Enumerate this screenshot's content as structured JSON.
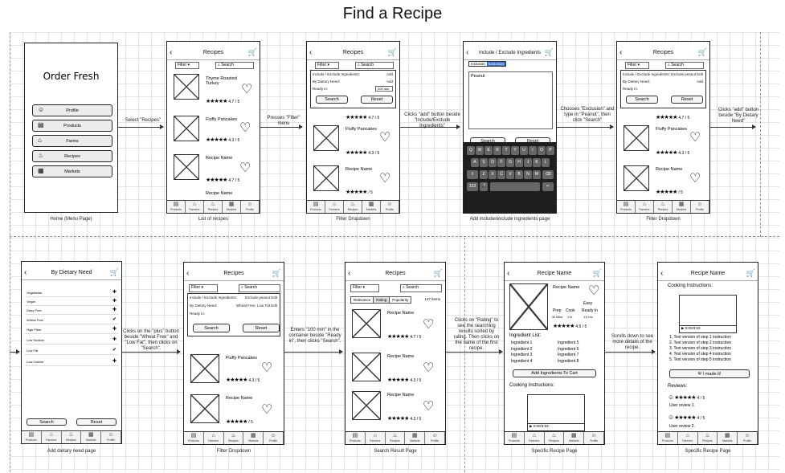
{
  "title": "Find a Recipe",
  "captions": [
    "Home (Menu Page)",
    "List of recipes",
    "Filter Dropdown",
    "Add include/exclude ingredients page",
    "Filter Dropdown",
    "Add dietary need page",
    "Filter Dropdown",
    "Search Result Page",
    "Specific Recipe Page",
    "Specific Recipe Page"
  ],
  "connectors": [
    "Select \"Recipes\"",
    "Presses \"Filter\" menu",
    "Clicks \"add\" button beside \"Include/Exclude Ingredients\"",
    "Chooses \"Exclusion\" and type in \"Peanut\", then click \"Search\"",
    "Clicks \"add\" button beside \"By Dietary Need\"",
    "Clicks on the \"plus\" button beside \"Wheat Free\" and \"Low Fat\", then clicks on \"Search\".",
    "Enters \"100 min\" in the container beside \"Ready in\", then clicks \"Search\".",
    "Clicks on \"Rating\" to see the searching results sorted by rating. Then clicks on the name of the first recipe.",
    "Scrolls down to see more details of the recipe."
  ],
  "icons": {
    "back": "back-arrow-icon",
    "cart": "cart-icon",
    "heart": "heart-icon",
    "search": "search-icon",
    "checkmark": "check-icon",
    "plus": "plus-icon"
  },
  "home": {
    "app_title": "Order Fresh",
    "menu": [
      {
        "label": "Profile",
        "icon": "user-icon"
      },
      {
        "label": "Products",
        "icon": "products-icon"
      },
      {
        "label": "Farms",
        "icon": "farm-icon"
      },
      {
        "label": "Recipes",
        "icon": "recipes-icon"
      },
      {
        "label": "Markets",
        "icon": "markets-icon"
      }
    ]
  },
  "recipes": {
    "header": "Recipes",
    "filter": "Filter",
    "search": "Search",
    "items": [
      {
        "name": "Thyme Roasted Turkey",
        "rating": "4.7 / 5"
      },
      {
        "name": "Fluffy Pancakes",
        "rating": "4.3 / 5"
      },
      {
        "name": "Recipe Name",
        "rating": "4.7 / 5"
      },
      {
        "name": "Recipe Name",
        "rating": ""
      }
    ]
  },
  "filter_dd": {
    "include_label": "Include / Exclude Ingredients:",
    "add": "Add",
    "dietary_label": "By Dietary Need:",
    "ready_label": "Ready in:",
    "ready_value": "200 min",
    "search_btn": "Search",
    "reset_btn": "Reset",
    "exclude_value": "Exclude peanut",
    "edit": "Edit",
    "dietary_value": "Wheat Free, Low Fat"
  },
  "incl_page": {
    "header": "Include / Exclude Ingredients",
    "opt_a": "Inclusion",
    "opt_b": "Exclusion",
    "typed": "Peanut",
    "search": "Search",
    "reset": "Reset",
    "kb_row1": [
      "Q",
      "W",
      "E",
      "R",
      "T",
      "Y",
      "U",
      "I",
      "O",
      "P"
    ],
    "kb_row2": [
      "A",
      "S",
      "D",
      "F",
      "G",
      "H",
      "J",
      "K",
      "L"
    ],
    "kb_row3": [
      "Z",
      "X",
      "C",
      "V",
      "B",
      "N",
      "M"
    ],
    "kb_num": "123"
  },
  "diet_page": {
    "header": "By Dietary Need",
    "items": [
      "Vegetarian",
      "Vegan",
      "Dairy Free",
      "Wheat Free",
      "High Fiber",
      "Low Sodium",
      "Low Fat",
      "Low Calorie"
    ],
    "search": "Search",
    "reset": "Reset"
  },
  "result_page": {
    "tabs": [
      "Relevance",
      "Rating",
      "Popularity"
    ],
    "count": "147 items",
    "items": [
      {
        "name": "Recipe Name",
        "rating": "4.7 / 5"
      },
      {
        "name": "Recipe Name",
        "rating": "4.3 / 5"
      },
      {
        "name": "Recipe Name",
        "rating": "4.3 / 5"
      }
    ]
  },
  "detail": {
    "header": "Recipe Name",
    "name": "Recipe Name",
    "prep": "Prep",
    "cook": "Cook",
    "easy": "Easy",
    "ready_in": "Ready In",
    "prep_time": "30 Mins",
    "cook_time": "1 hr",
    "ready_time": "1.5 hrs",
    "rating": "4.5 / 5",
    "ingredient_list": "Ingredient List:",
    "ingredients": [
      "Ingredient 1",
      "Ingredient 2",
      "Ingredient 3",
      "Ingredient 4",
      "Ingredient 5",
      "Ingredient 6",
      "Ingredient 7",
      "Ingredient 8"
    ],
    "add_cart": "Add Ingredients To Cart",
    "cooking": "Cooking Instructions:",
    "video_time": "0:00/3:53",
    "steps": [
      "1. Text version of step 1 instruction",
      "2. Text version of step 2 instruction",
      "3. Text version of step 3 instruction",
      "4. Text version of step 4 instruction",
      "5. Text version of step 5 instruction"
    ],
    "made_it": "I made it!",
    "reviews": "Reviews:",
    "review_rating": "4 / 5",
    "review_1": "User review 1.",
    "review_2": "User review 2."
  },
  "tabbar": [
    "Products",
    "Farmers",
    "Recipes",
    "Markets",
    "Profile"
  ]
}
